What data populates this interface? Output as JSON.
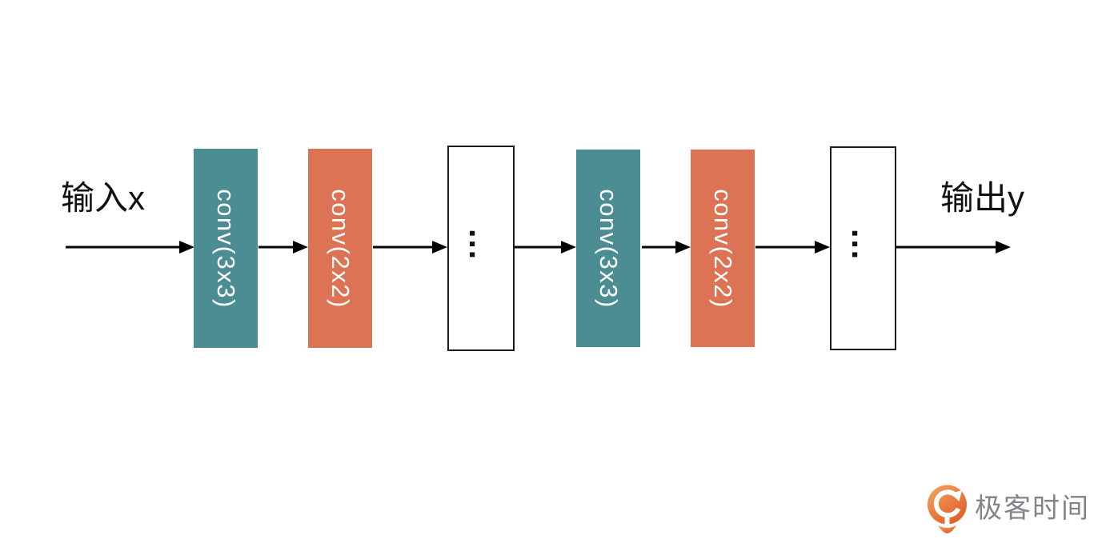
{
  "diagram": {
    "input_label": "输入x",
    "output_label": "输出y",
    "blocks": [
      {
        "id": "conv3x3-1",
        "label": "conv(3x3)",
        "color": "#4C8C93"
      },
      {
        "id": "conv2x2-1",
        "label": "conv(2x2)",
        "color": "#DD7355"
      },
      {
        "id": "ellipsis-1",
        "label": "…",
        "color": "#FFFFFF"
      },
      {
        "id": "conv3x3-2",
        "label": "conv(3x3)",
        "color": "#4C8C93"
      },
      {
        "id": "conv2x2-2",
        "label": "conv(2x2)",
        "color": "#DD7355"
      },
      {
        "id": "ellipsis-2",
        "label": "…",
        "color": "#FFFFFF"
      }
    ],
    "colors": {
      "teal": "#4C8C93",
      "orange": "#DD7355",
      "arrow": "#000000",
      "box_border": "#1B1B1B"
    }
  },
  "branding": {
    "logo_text": "极客时间",
    "logo_icon": "geektime-pin-icon",
    "logo_orange": "#E4672F",
    "logo_text_color": "#85828A"
  }
}
